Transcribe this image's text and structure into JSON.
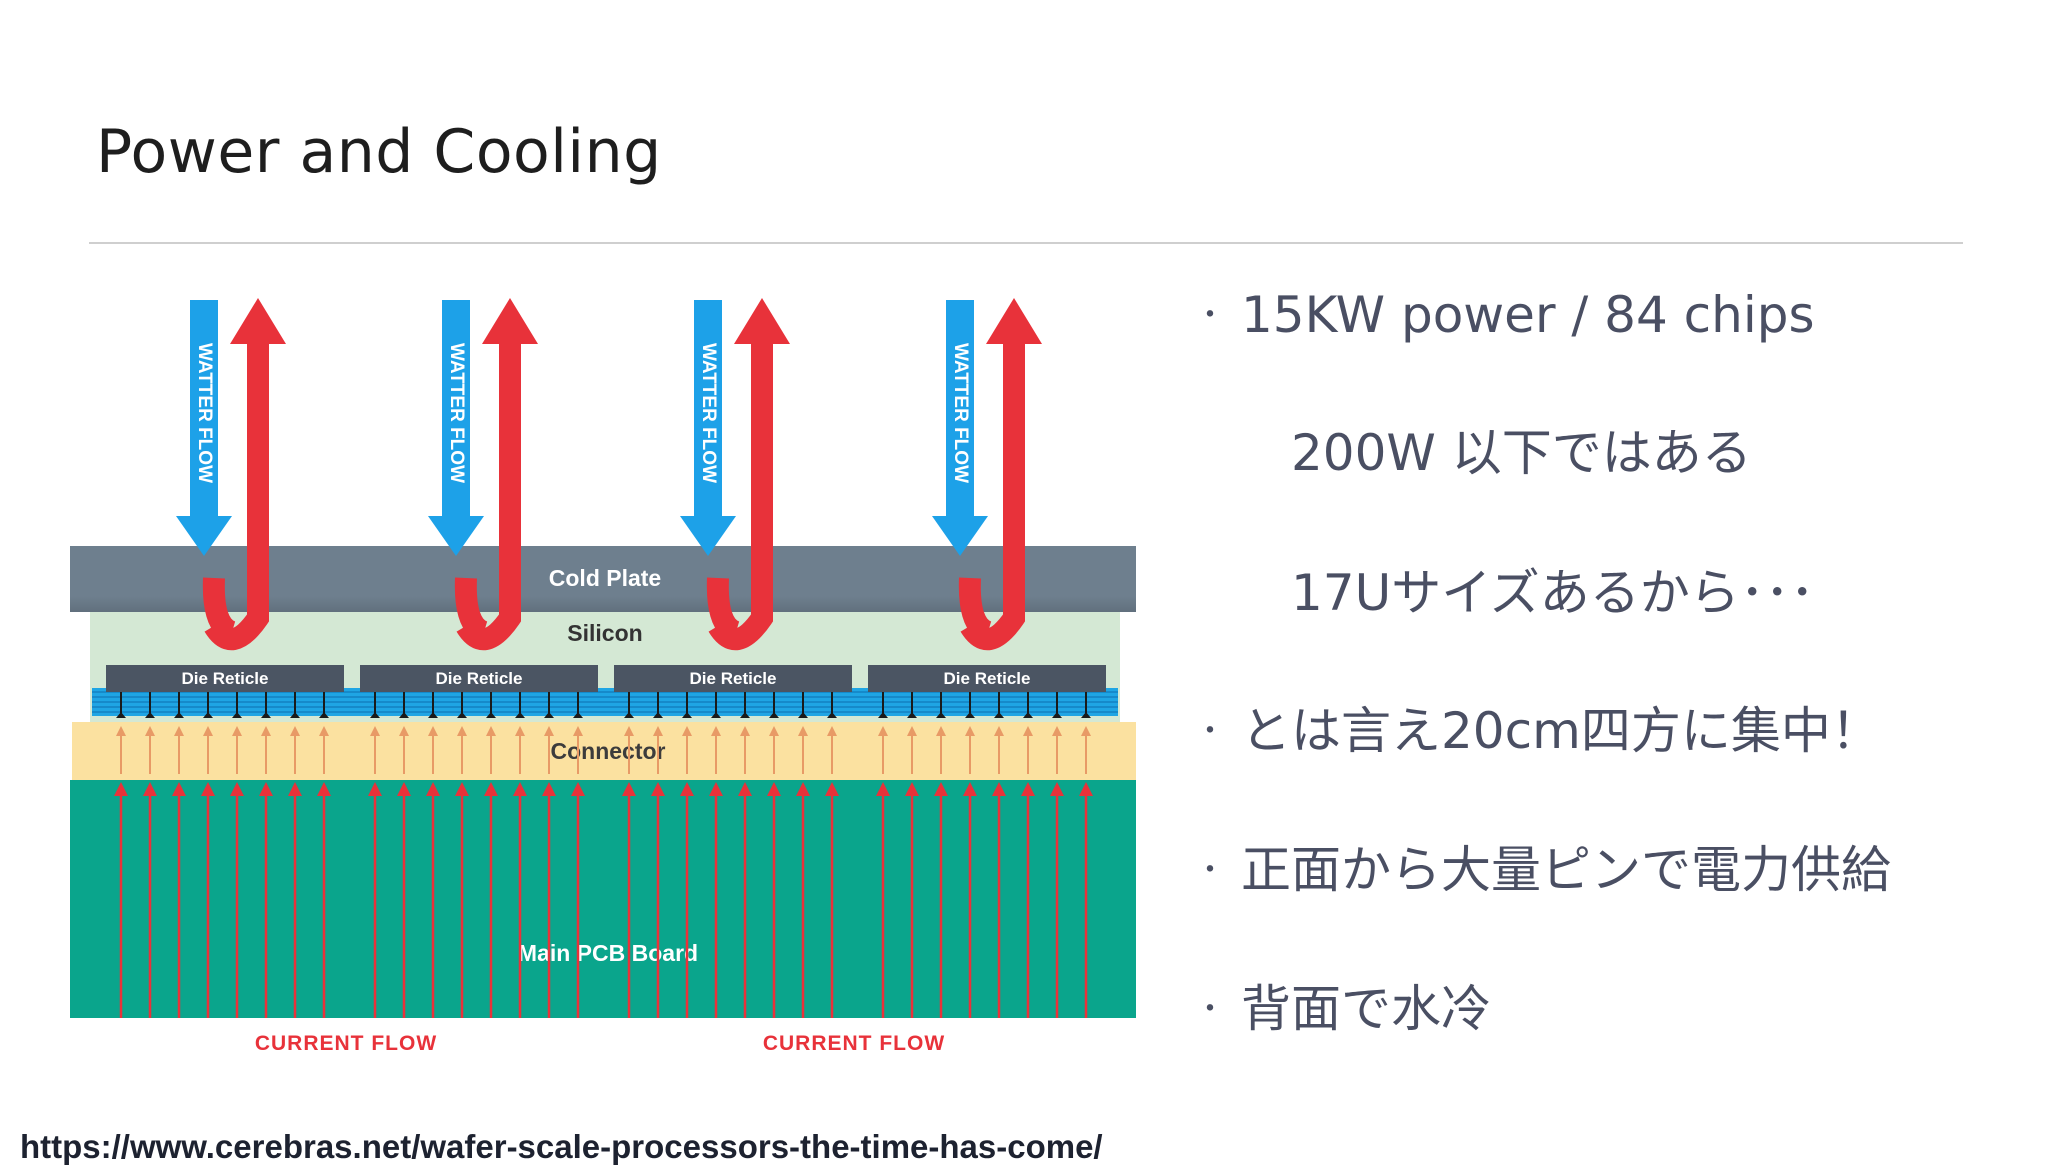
{
  "slide": {
    "title": "Power and Cooling",
    "source_url": "https://www.cerebras.net/wafer-scale-processors-the-time-has-come/"
  },
  "bullets": [
    {
      "text": "15KW power / 84 chips",
      "level": 1,
      "marker": "・"
    },
    {
      "text": "200W 以下ではある",
      "level": 2,
      "marker": ""
    },
    {
      "text": "17Uサイズあるから･･･",
      "level": 2,
      "marker": ""
    },
    {
      "text": "とは言え20cm四方に集中！",
      "level": 1,
      "marker": "・"
    },
    {
      "text": "正面から大量ピンで電力供給",
      "level": 1,
      "marker": "・"
    },
    {
      "text": "背面で水冷",
      "level": 1,
      "marker": "・"
    }
  ],
  "diagram": {
    "water_flow_label": "WATTER FLOW",
    "cold_plate_label": "Cold Plate",
    "silicon_label": "Silicon",
    "die_reticle_label": "Die Reticle",
    "connector_label": "Connector",
    "pcb_label": "Main PCB Board",
    "current_flow_label": "CURRENT FLOW",
    "colors": {
      "cold_plate": "#6e7f8e",
      "silicon": "#d4e8d4",
      "die_reticle": "#4b5563",
      "contact_layer": "#1fa5e4",
      "connector": "#fbe1a0",
      "pcb": "#0aa58c",
      "water_in_arrow": "#1da1e8",
      "water_out_arrow": "#e8323a",
      "current_arrow": "#e8323a",
      "label_red": "#e8323a"
    }
  }
}
